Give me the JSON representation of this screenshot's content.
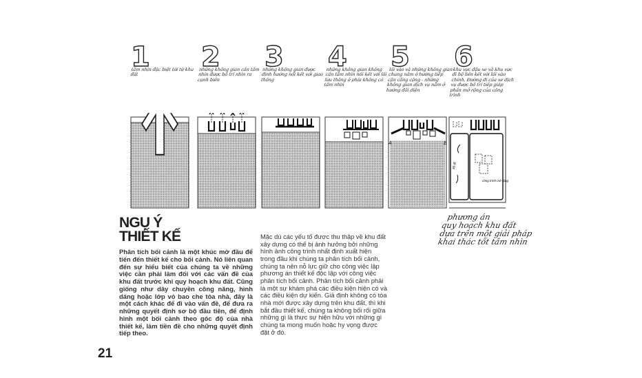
{
  "steps": [
    {
      "number": "1",
      "caption": "tầm nhìn đặc biệt tới từ khu đất"
    },
    {
      "number": "2",
      "caption": "những không gian cần tầm nhìn được bố trí nhìn ra cạnh biên"
    },
    {
      "number": "3",
      "caption": "những không gian được định hướng nối kết với giao thông"
    },
    {
      "number": "4",
      "caption": "những không gian không cần tầm nhìn nối kết với lối lưu thông ở phía không có tầm nhìn"
    },
    {
      "number": "5",
      "caption": "lối vào và những không gian chung nằm ở hướng tiếp cận công cộng - những không gian dịch vụ nằm ở hướng đối diện"
    },
    {
      "number": "6",
      "caption": "khu vực đậu xe và khu vực đi bộ liên kết với lối vào chính. Đường đi của xe dịch vụ được bố trí tiếp giáp phần mở rộng của công trình"
    }
  ],
  "sketch_labels": {
    "walk": "lối đi",
    "extension": "công trình mở rộng",
    "a": "A",
    "b": "B"
  },
  "note": [
    "phương án",
    "quy hoạch khu đất",
    "dựa trên một giải pháp",
    "khai thác tốt tầm nhìn"
  ],
  "heading": [
    "NGỤ Ý",
    "THIẾT KẾ"
  ],
  "col1": "Phân tích bối cảnh là một khúc mở đầu để tiến đến thiết kế cho bối cảnh. Nó liên quan đến sự hiểu biết của chúng ta về những việc cần phải làm đối với các vấn đề của khu đất trước khi quy hoạch khu đất. Cũng giống như dây chuyền công năng, hình dáng hoặc lớp vỏ bao che tòa nhà, đây là một cách khác để đi vào vấn đề, để đưa ra những quyết định sơ bộ đầu tiên, để định hình một bối cảnh theo góc độ của nhà thiết kế, làm tiền đề cho những quyết định tiếp theo.",
  "col2": "Mặc dù các yếu tố được thu thập về khu đất xây dựng có thể bị ảnh hưởng bởi những hình ảnh công trình nhất định xuất hiện trong đầu khi chúng ta phân tích bối cảnh, chúng ta nên nỗ lực giữ cho công việc lập phương án thiết kế độc lập với công việc phân tích bối cảnh. Phân tích bối cảnh phải là một sự khám phá các điều kiện hiện có và các điều kiện dự kiến. Giả định không có tòa nhà mới được xây dựng trên khu đất, thì khi bắt đầu thiết kế, chúng ta không bối rối giữa những gì là thực sự hiện hữu với những gì chúng ta mong muốn hoặc hy vọng được đặt ở đó.",
  "page_number": "21"
}
